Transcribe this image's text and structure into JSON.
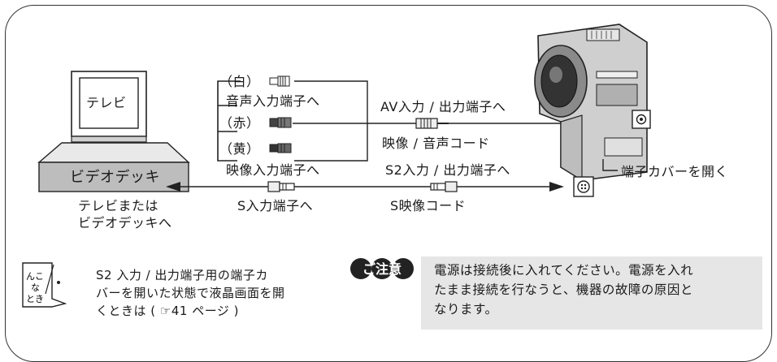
{
  "tv": {
    "label": "テレビ"
  },
  "vcr": {
    "label": "ビデオデッキ"
  },
  "destination": {
    "line1": "テレビまたは",
    "line2": "ビデオデッキへ"
  },
  "av_cable": {
    "white": "（白）",
    "audio_in": "音声入力端子へ",
    "red": "（赤）",
    "yellow": "（黄）",
    "video_in": "映像入力端子へ",
    "camera_port": "AV入力 / 出力端子へ",
    "cord_name": "映像 / 音声コード"
  },
  "s_cable": {
    "s_in": "S入力端子へ",
    "camera_port": "S2入力 / 出力端子へ",
    "cord_name": "S映像コード"
  },
  "camera": {
    "cover_label": "端子カバーを開く"
  },
  "tip": {
    "icon_text": "んこなとき",
    "line1": "S2 入力 / 出力端子用の端子カ",
    "line2": "バーを開いた状態で液晶画面を開",
    "line3": "くときは ( ☞41 ページ )"
  },
  "caution": {
    "badge": "ご注意",
    "line1": "電源は接続後に入れてください。電源を入れ",
    "line2": "たまま接続を行なうと、機器の故障の原因と",
    "line3": "なります。"
  }
}
